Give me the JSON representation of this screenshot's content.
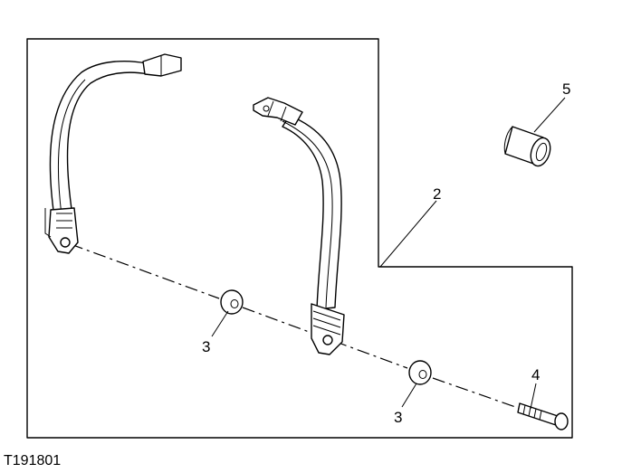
{
  "diagram": {
    "callouts": [
      {
        "id": "callout-2",
        "text": "2"
      },
      {
        "id": "callout-3a",
        "text": "3"
      },
      {
        "id": "callout-3b",
        "text": "3"
      },
      {
        "id": "callout-4",
        "text": "4"
      },
      {
        "id": "callout-5",
        "text": "5"
      }
    ],
    "figure_id": "T191801"
  }
}
